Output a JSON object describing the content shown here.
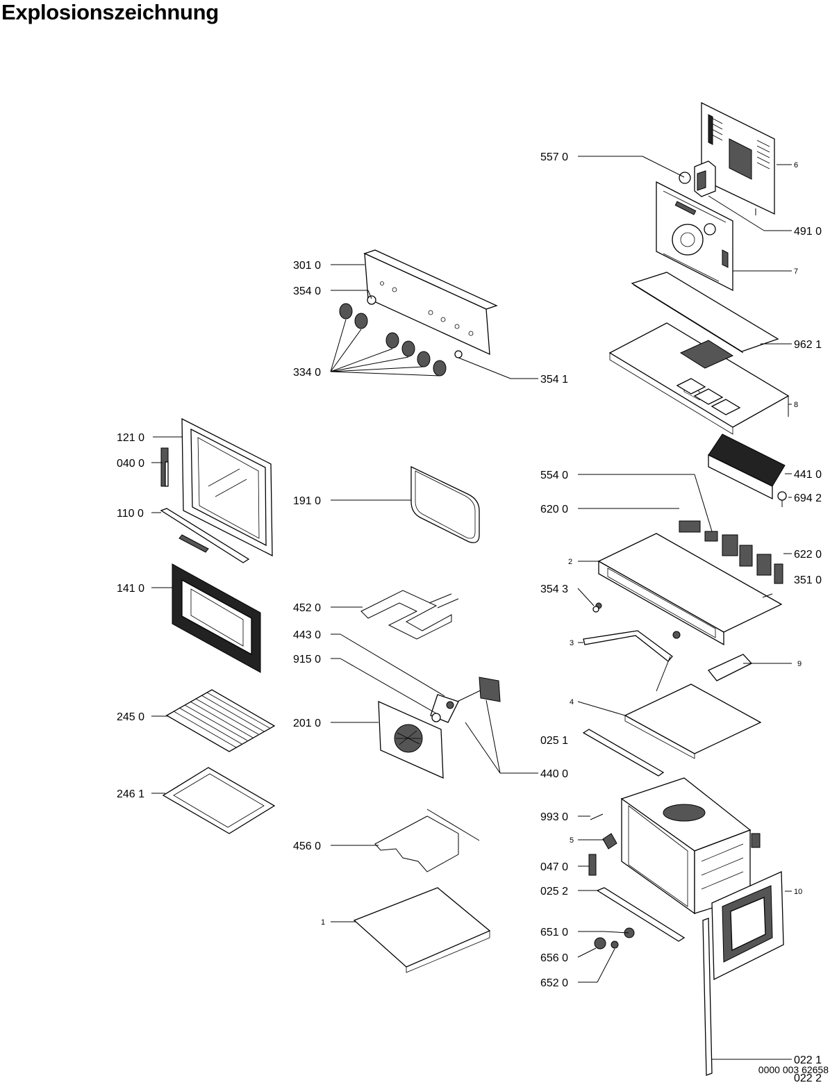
{
  "title": "Explosionszeichnung",
  "document_number": "0000 003 62658",
  "labels": {
    "l5570": "557 0",
    "l6": "6",
    "l4910": "491 0",
    "l7": "7",
    "l3010": "301 0",
    "l3540": "354 0",
    "l3340": "334 0",
    "l3541": "354 1",
    "l9621": "962 1",
    "l8": "8",
    "l1210": "121 0",
    "l0400": "040 0",
    "l1910": "191 0",
    "l1100": "110 0",
    "l4410": "441 0",
    "l5540": "554 0",
    "l6942": "694 2",
    "l6200": "620 0",
    "l6220": "622 0",
    "l2": "2",
    "l1410": "141 0",
    "l3510": "351 0",
    "l3543": "354 3",
    "l4520": "452 0",
    "l4430": "443 0",
    "l3": "3",
    "l9150": "915 0",
    "l9": "9",
    "l2450": "245 0",
    "l2010": "201 0",
    "l4": "4",
    "l0251": "025 1",
    "l4400": "440 0",
    "l2461": "246 1",
    "l9930": "993 0",
    "l5": "5",
    "l4560": "456 0",
    "l0470": "047 0",
    "l0252": "025 2",
    "l10": "10",
    "l1": "1",
    "l6510": "651 0",
    "l6560": "656 0",
    "l6520": "652 0",
    "l0221": "022 1",
    "l0222": "022 2"
  },
  "icons": {
    "door": "oven-door-icon",
    "knob": "control-knob-icon",
    "fan": "fan-icon",
    "rack": "oven-rack-icon",
    "tray": "baking-tray-icon",
    "heater": "heating-element-icon",
    "cavity": "oven-cavity-icon",
    "panel": "control-panel-icon",
    "motor": "cooling-fan-motor-icon"
  }
}
